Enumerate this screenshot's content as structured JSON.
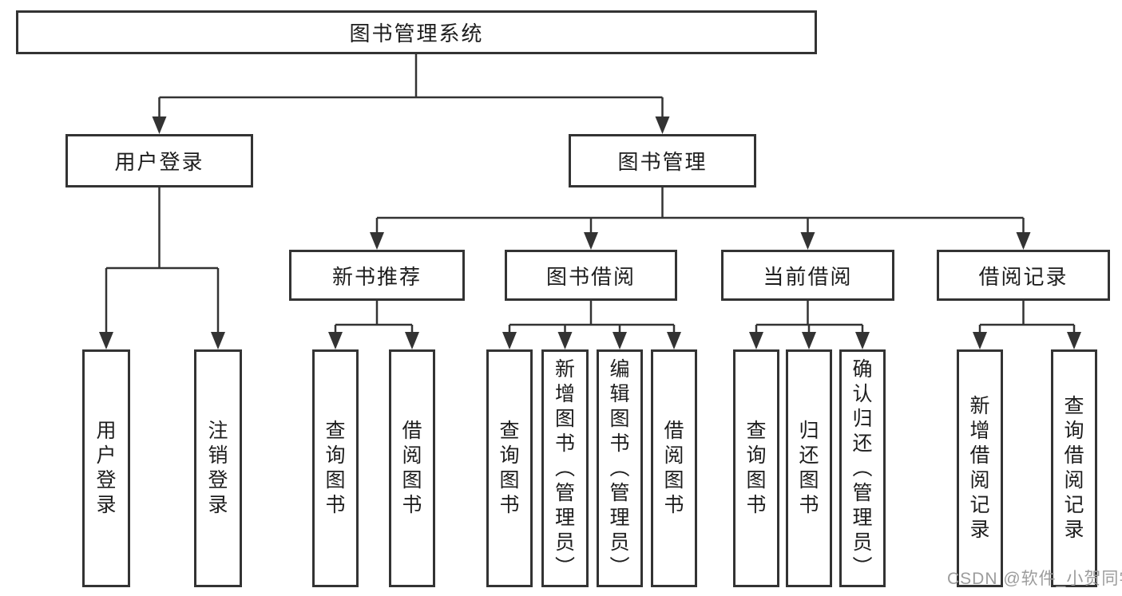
{
  "diagram": {
    "title": "图书管理系统",
    "branches": [
      {
        "label": "用户登录",
        "children": [
          "用户登录",
          "注销登录"
        ]
      },
      {
        "label": "图书管理",
        "sections": [
          {
            "label": "新书推荐",
            "children": [
              "查询图书",
              "借阅图书"
            ]
          },
          {
            "label": "图书借阅",
            "children": [
              "查询图书",
              "新增图书（管理员）",
              "编辑图书（管理员）",
              "借阅图书"
            ]
          },
          {
            "label": "当前借阅",
            "children": [
              "查询图书",
              "归还图书",
              "确认归还（管理员）"
            ]
          },
          {
            "label": "借阅记录",
            "children": [
              "新增借阅记录",
              "查询借阅记录"
            ]
          }
        ]
      }
    ]
  },
  "watermark": {
    "text": "CSDN @软件_小贺同学",
    "color": "#9c9c9c"
  },
  "colors": {
    "line": "#333333",
    "box_border": "#333333",
    "text": "#1d1d1d",
    "background": "#ffffff"
  }
}
